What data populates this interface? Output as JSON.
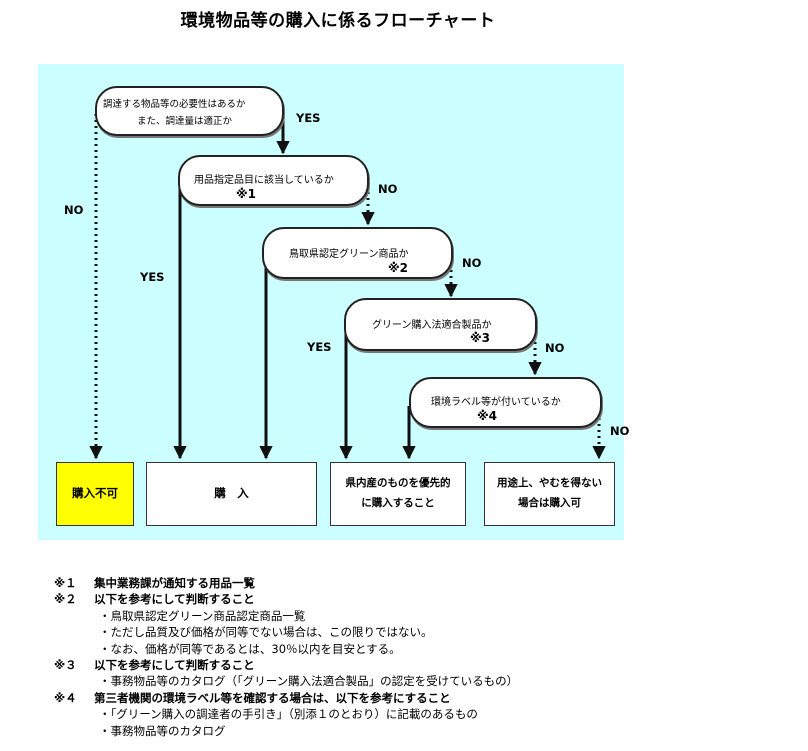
{
  "title": "環境物品等の購入に係るフローチャート",
  "decisions": {
    "d1": {
      "line1": "調達する物品等の必要性はあるか",
      "line2": "また、調達量は適正か"
    },
    "d2": {
      "line1": "用品指定品目に該当しているか",
      "note": "※1"
    },
    "d3": {
      "line1": "鳥取県認定グリーン商品か",
      "note": "※2"
    },
    "d4": {
      "line1": "グリーン購入法適合製品か",
      "note": "※3"
    },
    "d5": {
      "line1": "環境ラベル等が付いているか",
      "note": "※4"
    }
  },
  "edge_labels": {
    "yes_1": "YES",
    "no_1": "NO",
    "no_2": "NO",
    "yes_2": "YES",
    "no_3": "NO",
    "yes_3": "YES",
    "no_4": "NO",
    "no_5": "NO"
  },
  "outcomes": {
    "not_purchase": "購入不可",
    "purchase": "購　入",
    "prefer_local_1": "県内産のものを優先的",
    "prefer_local_2": "に購入すること",
    "unavoidable_1": "用途上、やむを得ない",
    "unavoidable_2": "場合は購入可"
  },
  "notes": [
    {
      "mark": "※１",
      "text": "集中業務課が通知する用品一覧",
      "sub": false
    },
    {
      "mark": "※２",
      "text": "以下を参考にして判断すること",
      "sub": false
    },
    {
      "mark": "",
      "text": "・鳥取県認定グリーン商品認定商品一覧",
      "sub": true
    },
    {
      "mark": "",
      "text": "・ただし品質及び価格が同等でない場合は、この限りではない。",
      "sub": true
    },
    {
      "mark": "",
      "text": "・なお、価格が同等であるとは、30％以内を目安とする。",
      "sub": true
    },
    {
      "mark": "※３",
      "text": "以下を参考にして判断すること",
      "sub": false
    },
    {
      "mark": "",
      "text": "・事務物品等のカタログ（「グリーン購入法適合製品」の認定を受けているもの）",
      "sub": true
    },
    {
      "mark": "※４",
      "text": "第三者機関の環境ラベル等を確認する場合は、以下を参考にすること",
      "sub": false
    },
    {
      "mark": "",
      "text": "・「グリーン購入の調達者の手引き」（別添１のとおり）に記載のあるもの",
      "sub": true
    },
    {
      "mark": "",
      "text": "・事務物品等のカタログ",
      "sub": true
    }
  ]
}
